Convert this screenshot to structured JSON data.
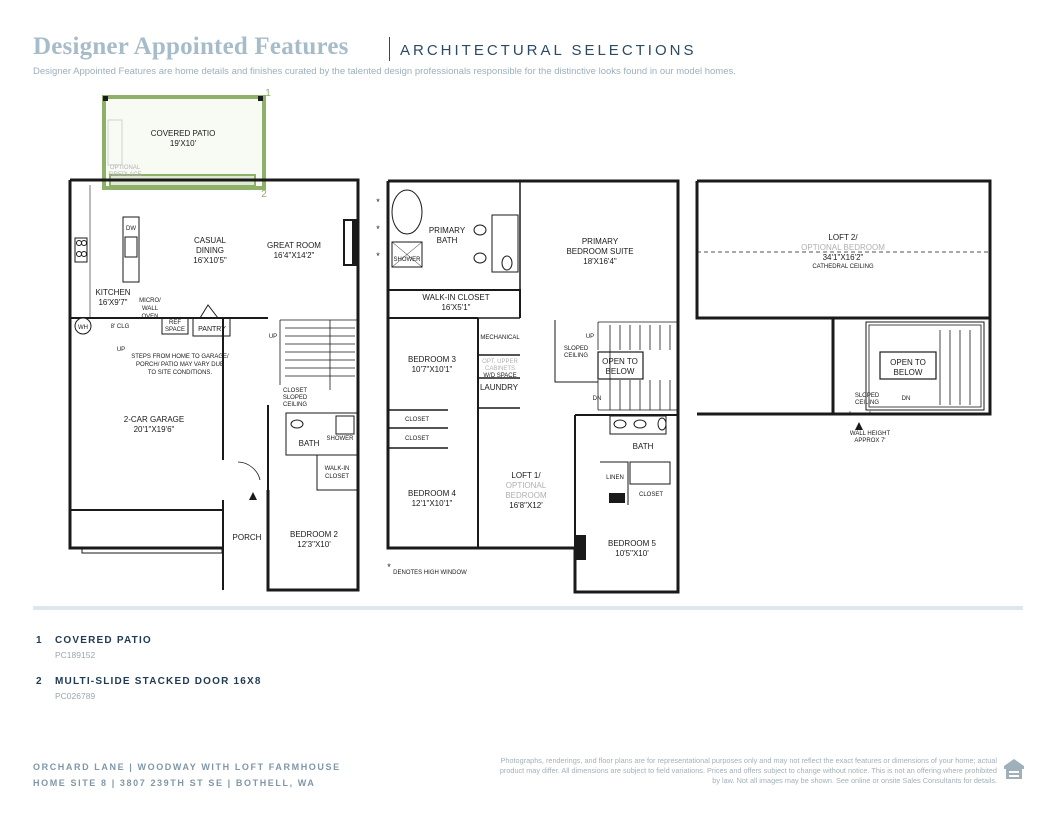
{
  "header": {
    "title": "Designer Appointed Features",
    "subtitle": "ARCHITECTURAL SELECTIONS",
    "intro": "Designer Appointed Features are home details and finishes curated by the talented design professionals responsible for the distinctive looks found in our model homes."
  },
  "plan": {
    "markers": [
      "1",
      "2"
    ],
    "level1": {
      "covered_patio": "COVERED PATIO",
      "covered_patio_dim": "19'X10'",
      "optional_fireplace": [
        "OPTIONAL",
        "FIREPLACE"
      ],
      "casual_dining": [
        "CASUAL",
        "DINING"
      ],
      "casual_dining_dim": "16'X10'5\"",
      "great_room": "GREAT ROOM",
      "great_room_dim": "16'4\"X14'2\"",
      "dw": "DW",
      "kitchen": "KITCHEN",
      "kitchen_dim": "16'X9'7\"",
      "micro_wall_oven": [
        "MICRO/",
        "WALL",
        "OVEN"
      ],
      "ref_space": [
        "REF",
        "SPACE"
      ],
      "pantry": "PANTRY",
      "wh": "WH",
      "clg": "8' CLG",
      "up1": "UP",
      "up2": "UP",
      "steps_note": [
        "STEPS FROM HOME TO GARAGE/",
        "PORCH/ PATIO MAY VARY DUE",
        "TO SITE CONDITIONS."
      ],
      "garage": "2-CAR GARAGE",
      "garage_dim": "20'1\"X19'6\"",
      "closet_sloped": [
        "CLOSET",
        "SLOPED",
        "CEILING"
      ],
      "bath": "BATH",
      "shower": "SHOWER",
      "walkin_closet": [
        "WALK-IN",
        "CLOSET"
      ],
      "porch": "PORCH",
      "bedroom2": "BEDROOM 2",
      "bedroom2_dim": "12'3\"X10'"
    },
    "level2": {
      "primary_bath": [
        "PRIMARY",
        "BATH"
      ],
      "shower": "SHOWER",
      "primary_suite": [
        "PRIMARY",
        "BEDROOM SUITE"
      ],
      "primary_suite_dim": "18'X16'4\"",
      "walkin_closet": "WALK-IN CLOSET",
      "walkin_closet_dim": "16'X5'1\"",
      "mechanical": "MECHANICAL",
      "bedroom3": "BEDROOM 3",
      "bedroom3_dim": "10'7\"X10'1\"",
      "opt_upper_cabinets": [
        "OPT. UPPER",
        "CABINETS",
        "W/D SPACE"
      ],
      "laundry": "LAUNDRY",
      "up": "UP",
      "dn": "DN",
      "sloped_ceiling": [
        "SLOPED",
        "CEILING"
      ],
      "open_to_below": [
        "OPEN TO",
        "BELOW"
      ],
      "closet1": "CLOSET",
      "closet2": "CLOSET",
      "bedroom4": "BEDROOM 4",
      "bedroom4_dim": "12'1\"X10'1\"",
      "loft1": "LOFT 1/",
      "optional_bedroom": [
        "OPTIONAL",
        "BEDROOM"
      ],
      "loft1_dim": "16'8\"X12'",
      "bath": "BATH",
      "linen": "LINEN",
      "closet3": "CLOSET",
      "bedroom5": "BEDROOM 5",
      "bedroom5_dim": "10'5\"X10'",
      "high_window_note": "DENOTES HIGH WINDOW",
      "asterisk": "*"
    },
    "level3": {
      "loft2": "LOFT 2/",
      "optional_bedroom": "OPTIONAL BEDROOM",
      "loft2_dim": "34'1\"X16'2\"",
      "cathedral": "CATHEDRAL CEILING",
      "open_to_below": [
        "OPEN TO",
        "BELOW"
      ],
      "sloped_ceiling": [
        "SLOPED",
        "CEILING"
      ],
      "dn": "DN",
      "wall_height": [
        "WALL HEIGHT",
        "APPROX 7'"
      ]
    }
  },
  "selections": [
    {
      "number": "1",
      "name": "COVERED PATIO",
      "code": "PC189152"
    },
    {
      "number": "2",
      "name": "MULTI-SLIDE STACKED DOOR 16X8",
      "code": "PC026789"
    }
  ],
  "footer": {
    "line1": "ORCHARD LANE  |  WOODWAY WITH LOFT FARMHOUSE",
    "line2": "HOME SITE 8  |  3807 239TH ST SE  |  BOTHELL, WA",
    "disclaimer": "Photographs, renderings, and floor plans are for representational purposes only and may not reflect the exact features or dimensions of your home; actual product may differ. All dimensions are subject to field variations. Prices and offers subject to change without notice. This is not an offering where prohibited by law. Not all images may be shown. See online or onsite Sales Consultants for details.",
    "accent_color": "#8fb069"
  }
}
